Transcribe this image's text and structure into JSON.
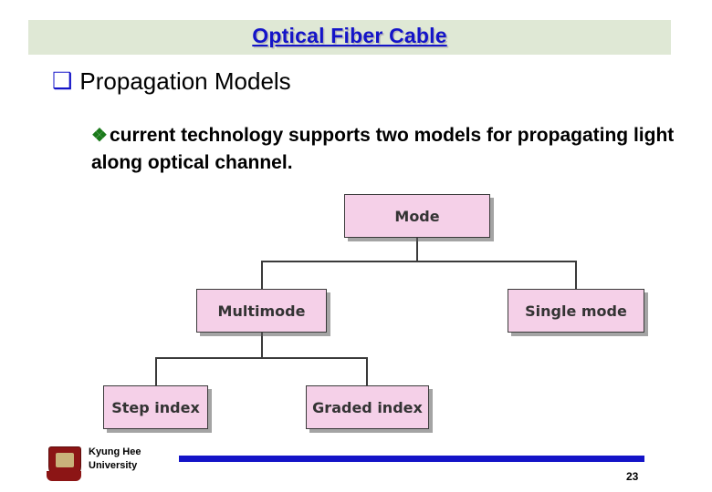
{
  "slide": {
    "title": "Optical Fiber Cable",
    "title_band_color": "#dfe8d5",
    "title_color": "#1414c8",
    "bullet1": {
      "marker": "❑",
      "text": "Propagation Models"
    },
    "bullet2": {
      "marker": "❖",
      "text": "current technology supports two models for propagating light along optical channel."
    },
    "diagram": {
      "type": "tree",
      "node_fill": "#f5d0e8",
      "nodes": [
        {
          "id": "mode",
          "label": "Mode"
        },
        {
          "id": "multimode",
          "label": "Multimode"
        },
        {
          "id": "single-mode",
          "label": "Single mode"
        },
        {
          "id": "step-index",
          "label": "Step index"
        },
        {
          "id": "graded-index",
          "label": "Graded index"
        }
      ]
    },
    "footer": {
      "university_line1": "Kyung Hee",
      "university_line2": "University",
      "rule_color": "#1414c8",
      "page_number": "23"
    }
  }
}
